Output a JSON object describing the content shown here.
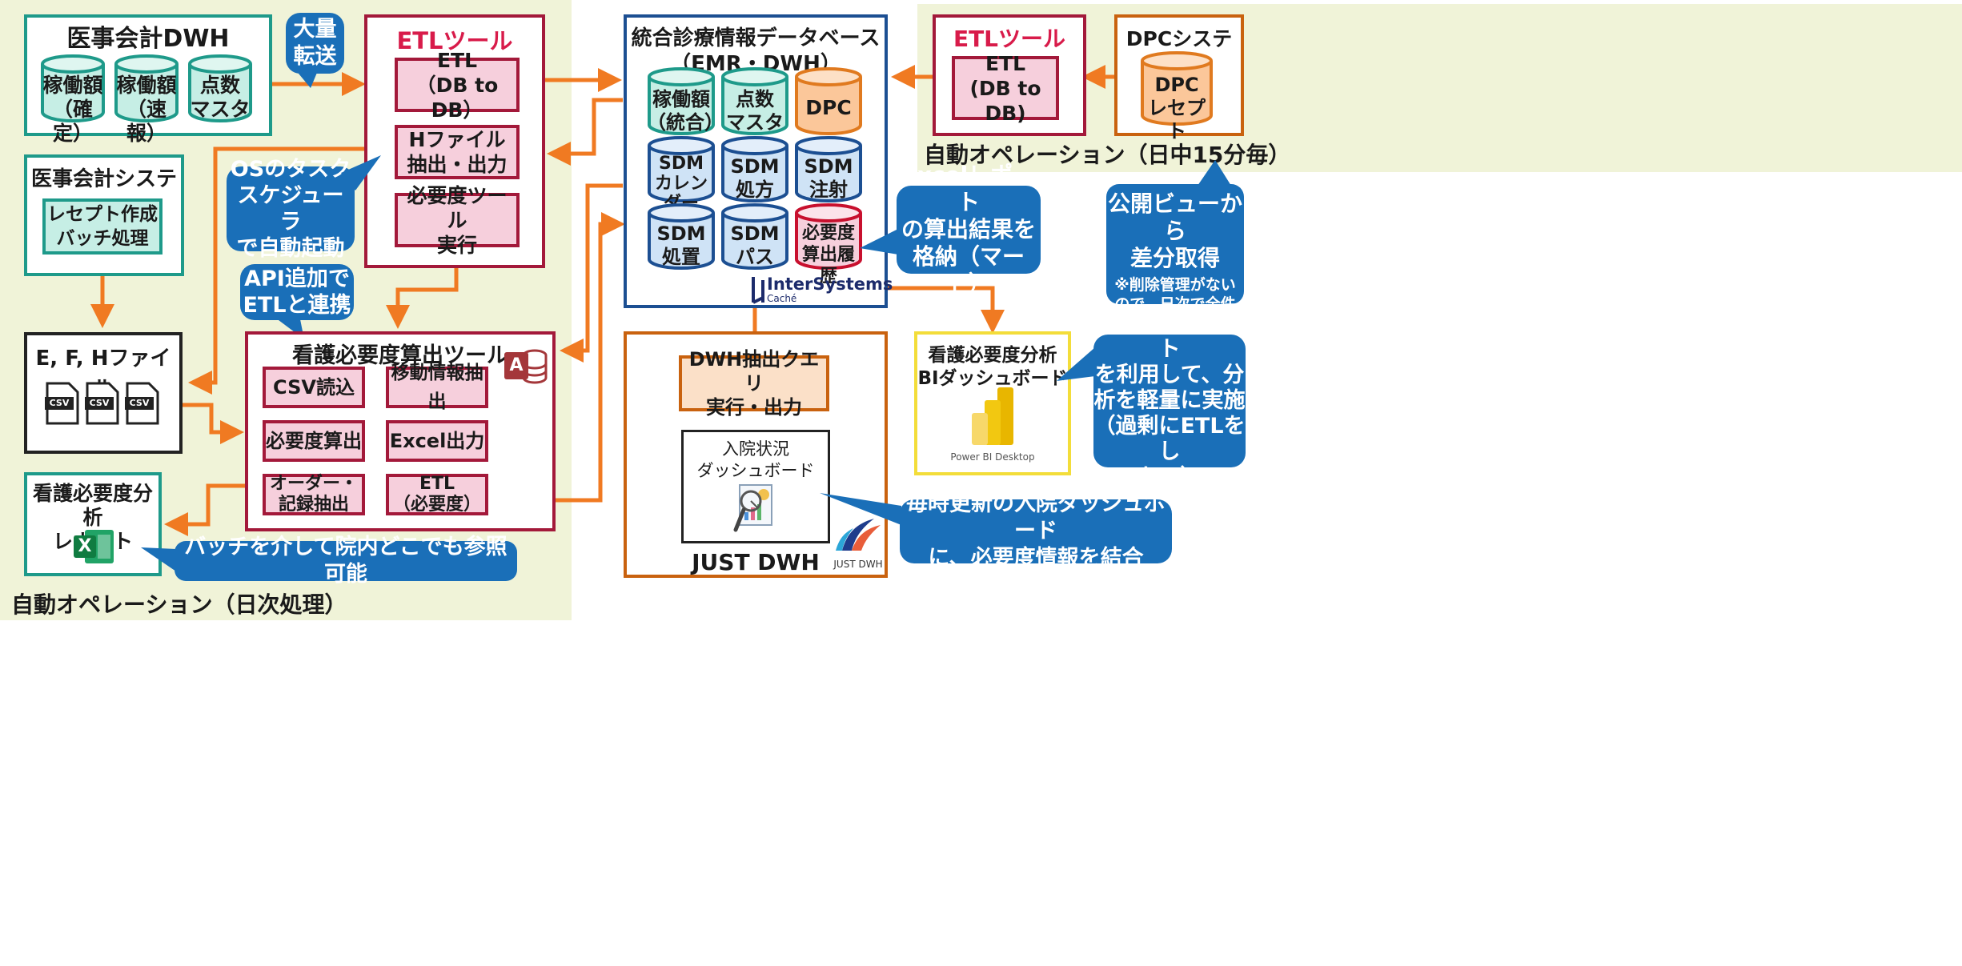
{
  "regions": {
    "left_caption": "自動オペレーション（日次処理）",
    "right_caption": "自動オペレーション（日中15分毎）"
  },
  "ijdwh": {
    "title": "医事会計DWH",
    "cylinders": [
      "稼働額\n（確定）",
      "稼働額\n（速報）",
      "点数\nマスタ"
    ]
  },
  "ijsys": {
    "title": "医事会計システム",
    "batch": "レセプト作成\nバッチ処理"
  },
  "efh": {
    "title": "E, F, Hファイル",
    "files": [
      "CSV",
      "CSV",
      "CSV"
    ]
  },
  "report": {
    "title": "看護必要度分析\nレポート",
    "excel_letter": "X"
  },
  "etl_left": {
    "title": "ETLツール",
    "items": [
      "ETL\n（DB to DB）",
      "Hファイル\n抽出・出力",
      "必要度ツール\n実行"
    ]
  },
  "tool": {
    "title": "看護必要度算出ツール",
    "items": [
      "CSV読込",
      "移動情報抽出",
      "必要度算出",
      "Excel出力",
      "オーダー・\n記録抽出",
      "ETL\n（必要度）"
    ],
    "access_letter": "A"
  },
  "central_db": {
    "title": "統合診療情報データベース\n（EMR・DWH）",
    "cylinders": [
      "稼働額\n（統合）",
      "点数\nマスタ",
      "DPC",
      "SDM\nカレン\nダー",
      "SDM\n処方",
      "SDM\n注射",
      "SDM\n処置",
      "SDM\nパス",
      "必要度\n算出履歴"
    ],
    "logo": "InterSystems",
    "logo_sub": "Caché"
  },
  "etl_right": {
    "title": "ETLツール",
    "item": "ETL\n(DB to DB)"
  },
  "dpc": {
    "title": "DPCシステム",
    "cylinder": "DPC\nレセプト"
  },
  "just": {
    "caption": "JUST DWH",
    "query": "DWH抽出クエリ\n実行・出力",
    "dash_title": "入院状況\nダッシュボード",
    "logo_caption": "JUST DWH"
  },
  "bi": {
    "title": "看護必要度分析\nBIダッシュボード",
    "pbi": "Power BI Desktop"
  },
  "callouts": {
    "bulk": "大量\n転送",
    "os": "OSのタスク\nスケジューラ\nで自動起動",
    "api": "API追加で\nETLと連携",
    "excel_report": "Excelレポート\nの算出結果を\n格納（マート）",
    "public_view_main": "公開ビューから\n差分取得",
    "public_view_note": "※削除管理がない\nので、日次で全件\nチェックを実施",
    "dwh_mart": "DWH内のマート\nを利用して、分\n析を軽量に実施\n（過剰にETLをし\nない）",
    "hourly": "毎時更新の入院ダッシュボード\nに、必要度情報を結合",
    "batch_ref": "バッチを介して院内どこでも参照可能"
  },
  "colors": {
    "region_bg": "#f0f3d8",
    "teal": "#1e9a8a",
    "crimson": "#a3193a",
    "navy": "#1c4f92",
    "orange": "#c9620f",
    "arrow": "#f07a22",
    "callout": "#1a6fb8",
    "pink_fill": "#f6cfdc",
    "mint_fill": "#c6eee5",
    "blue_fill": "#cfe3f6",
    "peach_fill": "#fbe0c8"
  }
}
